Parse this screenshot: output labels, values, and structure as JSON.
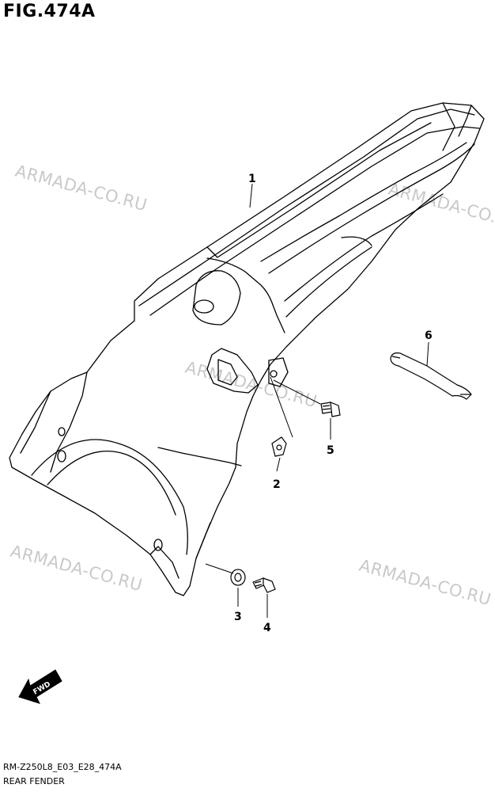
{
  "figure": {
    "title": "FIG.474A",
    "code": "RM-Z250L8_E03_E28_474A",
    "name": "REAR FENDER"
  },
  "watermark": "ARMADA-CO.RU",
  "callouts": [
    "1",
    "2",
    "3",
    "4",
    "5",
    "6"
  ],
  "fwd_label": "FWD"
}
